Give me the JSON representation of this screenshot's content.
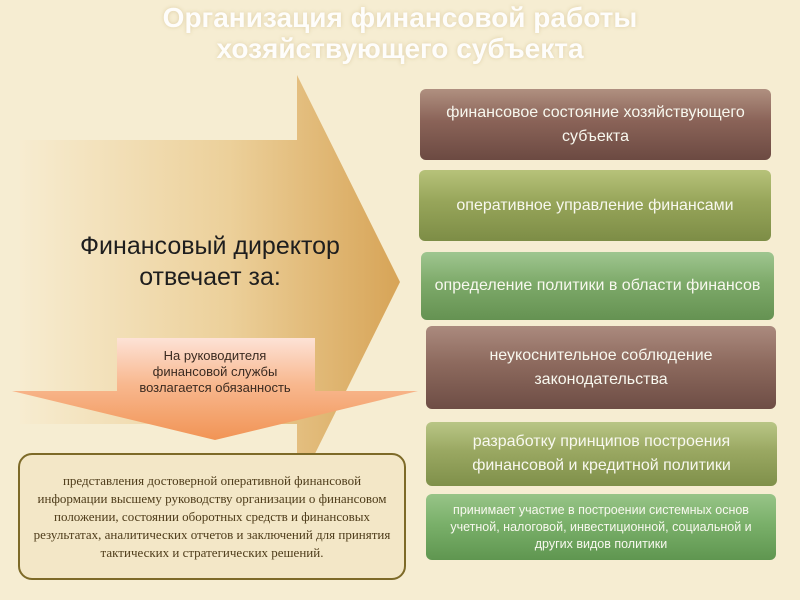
{
  "title": {
    "line1": "Организация финансовой работы",
    "line2": "хозяйствующего субъекта"
  },
  "director": {
    "line1": "Финансовый директор",
    "line2": "отвечает за:"
  },
  "responsibilities": [
    "финансовое состояние хозяйствующего субъекта",
    "оперативное управление финансами",
    "определение политики в области финансов",
    "неукоснительное соблюдение законодательства",
    "разработку принципов построения финансовой и кредитной политики",
    "принимает участие в построении системных основ учетной, налоговой, инвестиционной, социальной и других видов политики"
  ],
  "duty_arrow_text": "На руководителя финансовой службы возлагается обязанность",
  "duty_description": "представления достоверной оперативной финансовой информации высшему руководству организации о финансовом положении, состоянии оборотных средств и финансовых результатах, аналитических отчетов и заключений для принятия тактических и стратегических решений.",
  "colors": {
    "background": "#f6edd2",
    "arrow_gold": "#dcae62",
    "down_arrow_orange": "#f4a26a",
    "brown_box": "#8a6358",
    "olive_box": "#97a55a",
    "green_box": "#7eaa6a",
    "description_border": "#7d6a28"
  }
}
